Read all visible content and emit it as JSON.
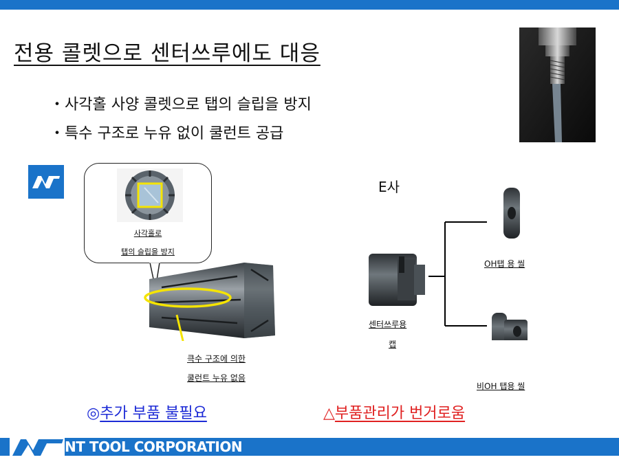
{
  "title": "전용 콜렛으로 센터쓰루에도 대응",
  "bullets": [
    "・사각홀 사양 콜렛으로 탭의 슬립을 방지",
    "・특수 구조로 누유 없이 쿨런트 공급"
  ],
  "callout": {
    "line1": "사각홀로",
    "line2": "탭의 슬립을 방지"
  },
  "collet_note": {
    "line1": "큭수 구조에 의한",
    "line2": "쿨런트 누유 없음"
  },
  "competitor": {
    "label": "E사",
    "cap_line1": "센터쓰루용",
    "cap_line2": "캡",
    "seal_oh": "OH탭 용 씰",
    "seal_non_oh": "비OH 탭용 씰"
  },
  "summary": {
    "good_symbol": "◎",
    "good_text": "추가 부품 불필요",
    "bad_symbol": "△",
    "bad_text": "부품관리가 번거로움"
  },
  "footer": {
    "company": "NT TOOL CORPORATION"
  },
  "colors": {
    "brand_blue": "#1a73c9",
    "good": "#1d2bd6",
    "bad": "#e02020",
    "highlight": "#f5e400"
  }
}
